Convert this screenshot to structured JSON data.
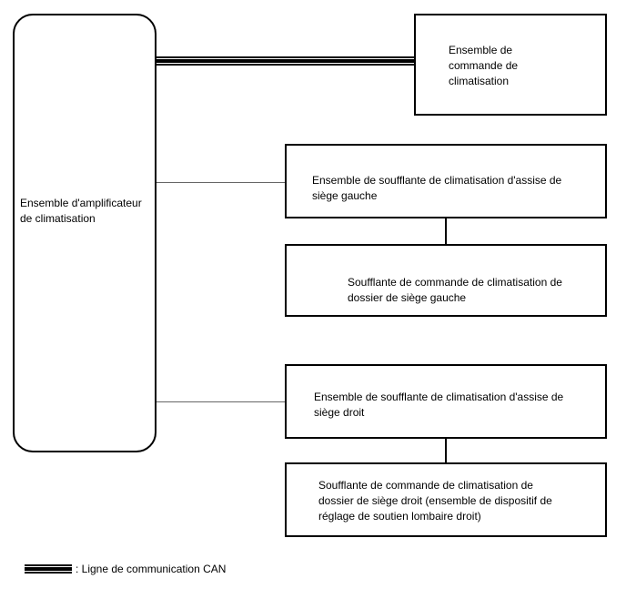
{
  "diagram": {
    "title": "Climate control CAN communication diagram",
    "nodes": {
      "amplifier": {
        "label_lines": [
          "Ensemble d'amplificateur",
          "de climatisation"
        ]
      },
      "control": {
        "label_lines": [
          "Ensemble de",
          "commande de",
          "climatisation"
        ]
      },
      "seat_left_cushion": {
        "label_lines": [
          "Ensemble de soufflante de climatisation d'assise de",
          "siège gauche"
        ]
      },
      "seat_left_back": {
        "label_lines": [
          "Soufflante de commande de climatisation de",
          "dossier de siège gauche"
        ]
      },
      "seat_right_cushion": {
        "label_lines": [
          "Ensemble de soufflante de climatisation d'assise de",
          "siège droit"
        ]
      },
      "seat_right_back": {
        "label_lines": [
          "Soufflante de commande de climatisation de",
          "dossier de siège droit (ensemble de dispositif de",
          "réglage de soutien lombaire droit)"
        ]
      }
    },
    "connections": [
      {
        "from": "amplifier",
        "to": "control",
        "type": "can-communication-line"
      },
      {
        "from": "amplifier",
        "to": "seat_left_cushion",
        "type": "wire"
      },
      {
        "from": "seat_left_cushion",
        "to": "seat_left_back",
        "type": "wire"
      },
      {
        "from": "amplifier",
        "to": "seat_right_cushion",
        "type": "wire"
      },
      {
        "from": "seat_right_cushion",
        "to": "seat_right_back",
        "type": "wire"
      }
    ],
    "legend": {
      "label": ": Ligne de communication CAN",
      "line_type": "can-communication-line"
    },
    "colors": {
      "background": "#ffffff",
      "border": "#000000",
      "text": "#000000",
      "thin_connector": "#666666"
    }
  }
}
